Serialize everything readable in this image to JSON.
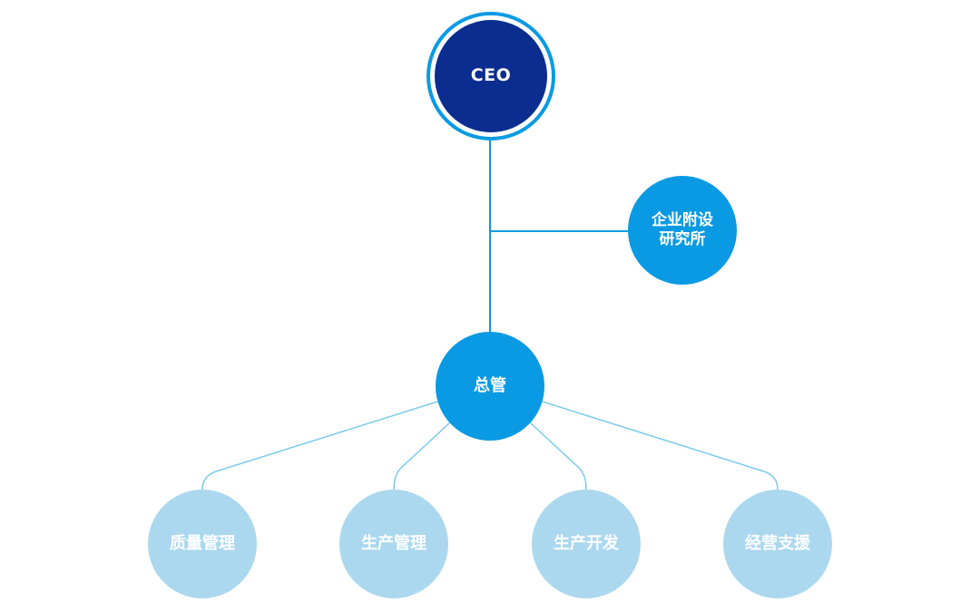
{
  "org_chart": {
    "ceo": {
      "label": "CEO"
    },
    "research_institute": {
      "line1": "企业附设",
      "line2": "研究所"
    },
    "general_manager": {
      "label": "总管"
    },
    "departments": [
      {
        "label": "质量管理"
      },
      {
        "label": "生产管理"
      },
      {
        "label": "生产开发"
      },
      {
        "label": "经营支援"
      }
    ]
  },
  "colors": {
    "ceo_fill": "#0b2d8f",
    "ceo_ring": "#0a9ae3",
    "primary_blue": "#0a9ae3",
    "department_fill": "#abd8ef",
    "connector_main": "#0a9ae3",
    "connector_light": "#7ccbec"
  }
}
